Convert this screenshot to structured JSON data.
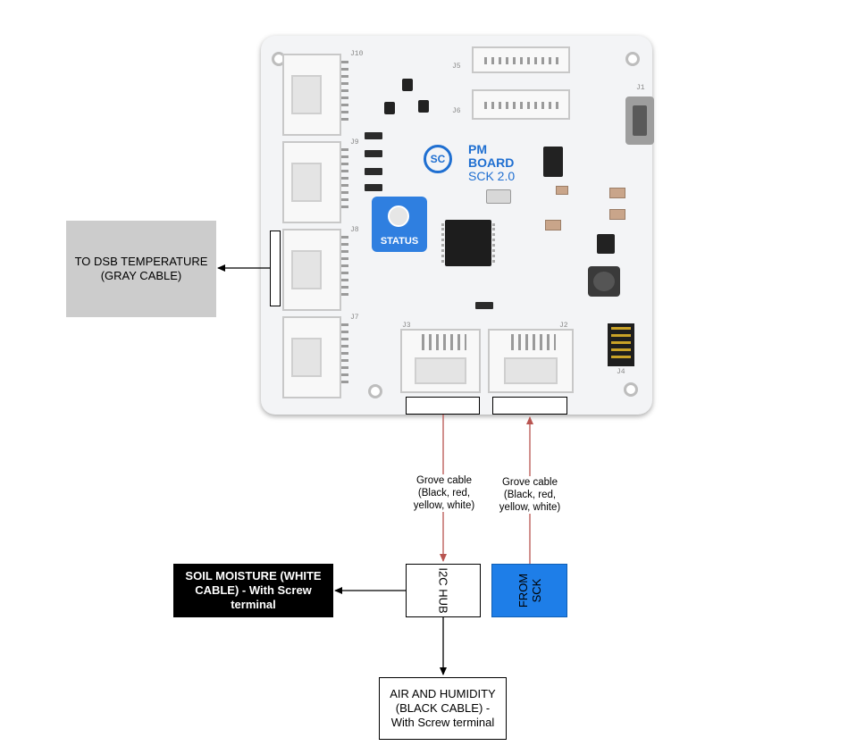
{
  "colors": {
    "gray_box": "#cccccc",
    "black_box": "#000000",
    "blue_box": "#1e7ee8",
    "red_arrow": "#b85450",
    "black_arrow": "#000000",
    "pcb_accent": "#1f6fd1"
  },
  "board": {
    "logo_line1": "PM",
    "logo_line2": "BOARD",
    "logo_line3": "SCK 2.0",
    "logo_badge": "SC",
    "status_label": "STATUS",
    "connector_labels": [
      "J10",
      "J9",
      "J8",
      "J7",
      "J5",
      "J6",
      "J3",
      "J2",
      "J1",
      "J4"
    ]
  },
  "boxes": {
    "dsb_temperature": "TO DSB TEMPERATURE (GRAY CABLE)",
    "soil_moisture": "SOIL MOISTURE (WHITE CABLE) - With Screw terminal",
    "i2c_hub": "I2C HUB",
    "from_sck": "FROM SCK",
    "air_humidity": "AIR AND HUMIDITY (BLACK CABLE) - With Screw terminal"
  },
  "edges": {
    "grove_left": "Grove cable (Black, red, yellow, white)",
    "grove_right": "Grove cable (Black, red, yellow, white)"
  }
}
